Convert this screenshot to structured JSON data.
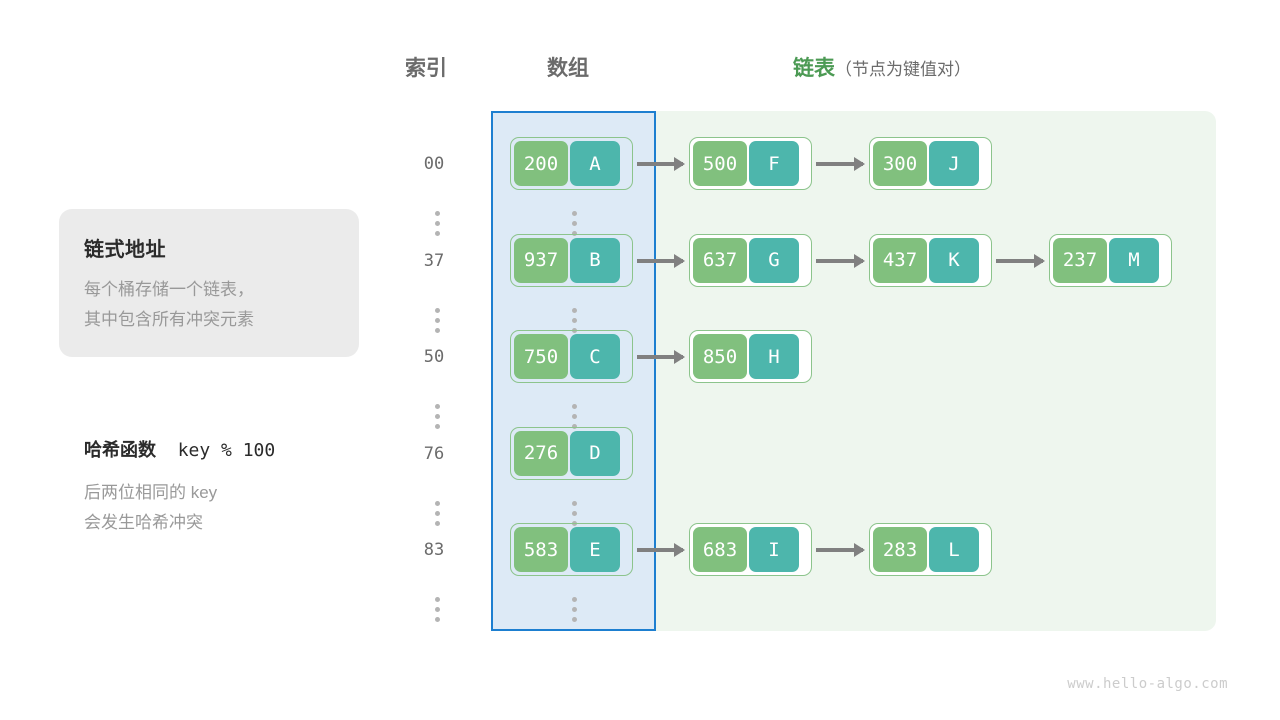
{
  "headings": {
    "index": "索引",
    "array": "数组",
    "list_main": "链表",
    "list_sub": "（节点为键值对）"
  },
  "info_card": {
    "title": "链式地址",
    "line1": "每个桶存储一个链表，",
    "line2": "其中包含所有冲突元素"
  },
  "hash_note": {
    "title_cn": "哈希函数",
    "title_code": "key % 100",
    "line1": "后两位相同的  key",
    "line2": "会发生哈希冲突"
  },
  "colors": {
    "key_box": "#81c07e",
    "value_box": "#4db6ac",
    "node_border": "#8cc48c",
    "array_panel_bg": "#ddeaf6",
    "array_panel_border": "#1d7fd0",
    "list_panel_bg": "#eef6ee",
    "arrow": "#808080",
    "heading_gray": "#6b6b6b",
    "heading_green": "#4c9a54",
    "card_bg": "#ebebeb",
    "muted_text": "#999999"
  },
  "rows": [
    {
      "index": "00",
      "bucket": {
        "key": "200",
        "value": "A"
      },
      "chain": [
        {
          "key": "500",
          "value": "F"
        },
        {
          "key": "300",
          "value": "J"
        }
      ]
    },
    {
      "index": "37",
      "bucket": {
        "key": "937",
        "value": "B"
      },
      "chain": [
        {
          "key": "637",
          "value": "G"
        },
        {
          "key": "437",
          "value": "K"
        },
        {
          "key": "237",
          "value": "M"
        }
      ]
    },
    {
      "index": "50",
      "bucket": {
        "key": "750",
        "value": "C"
      },
      "chain": [
        {
          "key": "850",
          "value": "H"
        }
      ]
    },
    {
      "index": "76",
      "bucket": {
        "key": "276",
        "value": "D"
      },
      "chain": []
    },
    {
      "index": "83",
      "bucket": {
        "key": "583",
        "value": "E"
      },
      "chain": [
        {
          "key": "683",
          "value": "I"
        },
        {
          "key": "283",
          "value": "L"
        }
      ]
    }
  ],
  "ellipsis_rows": 5,
  "watermark": "www.hello-algo.com"
}
